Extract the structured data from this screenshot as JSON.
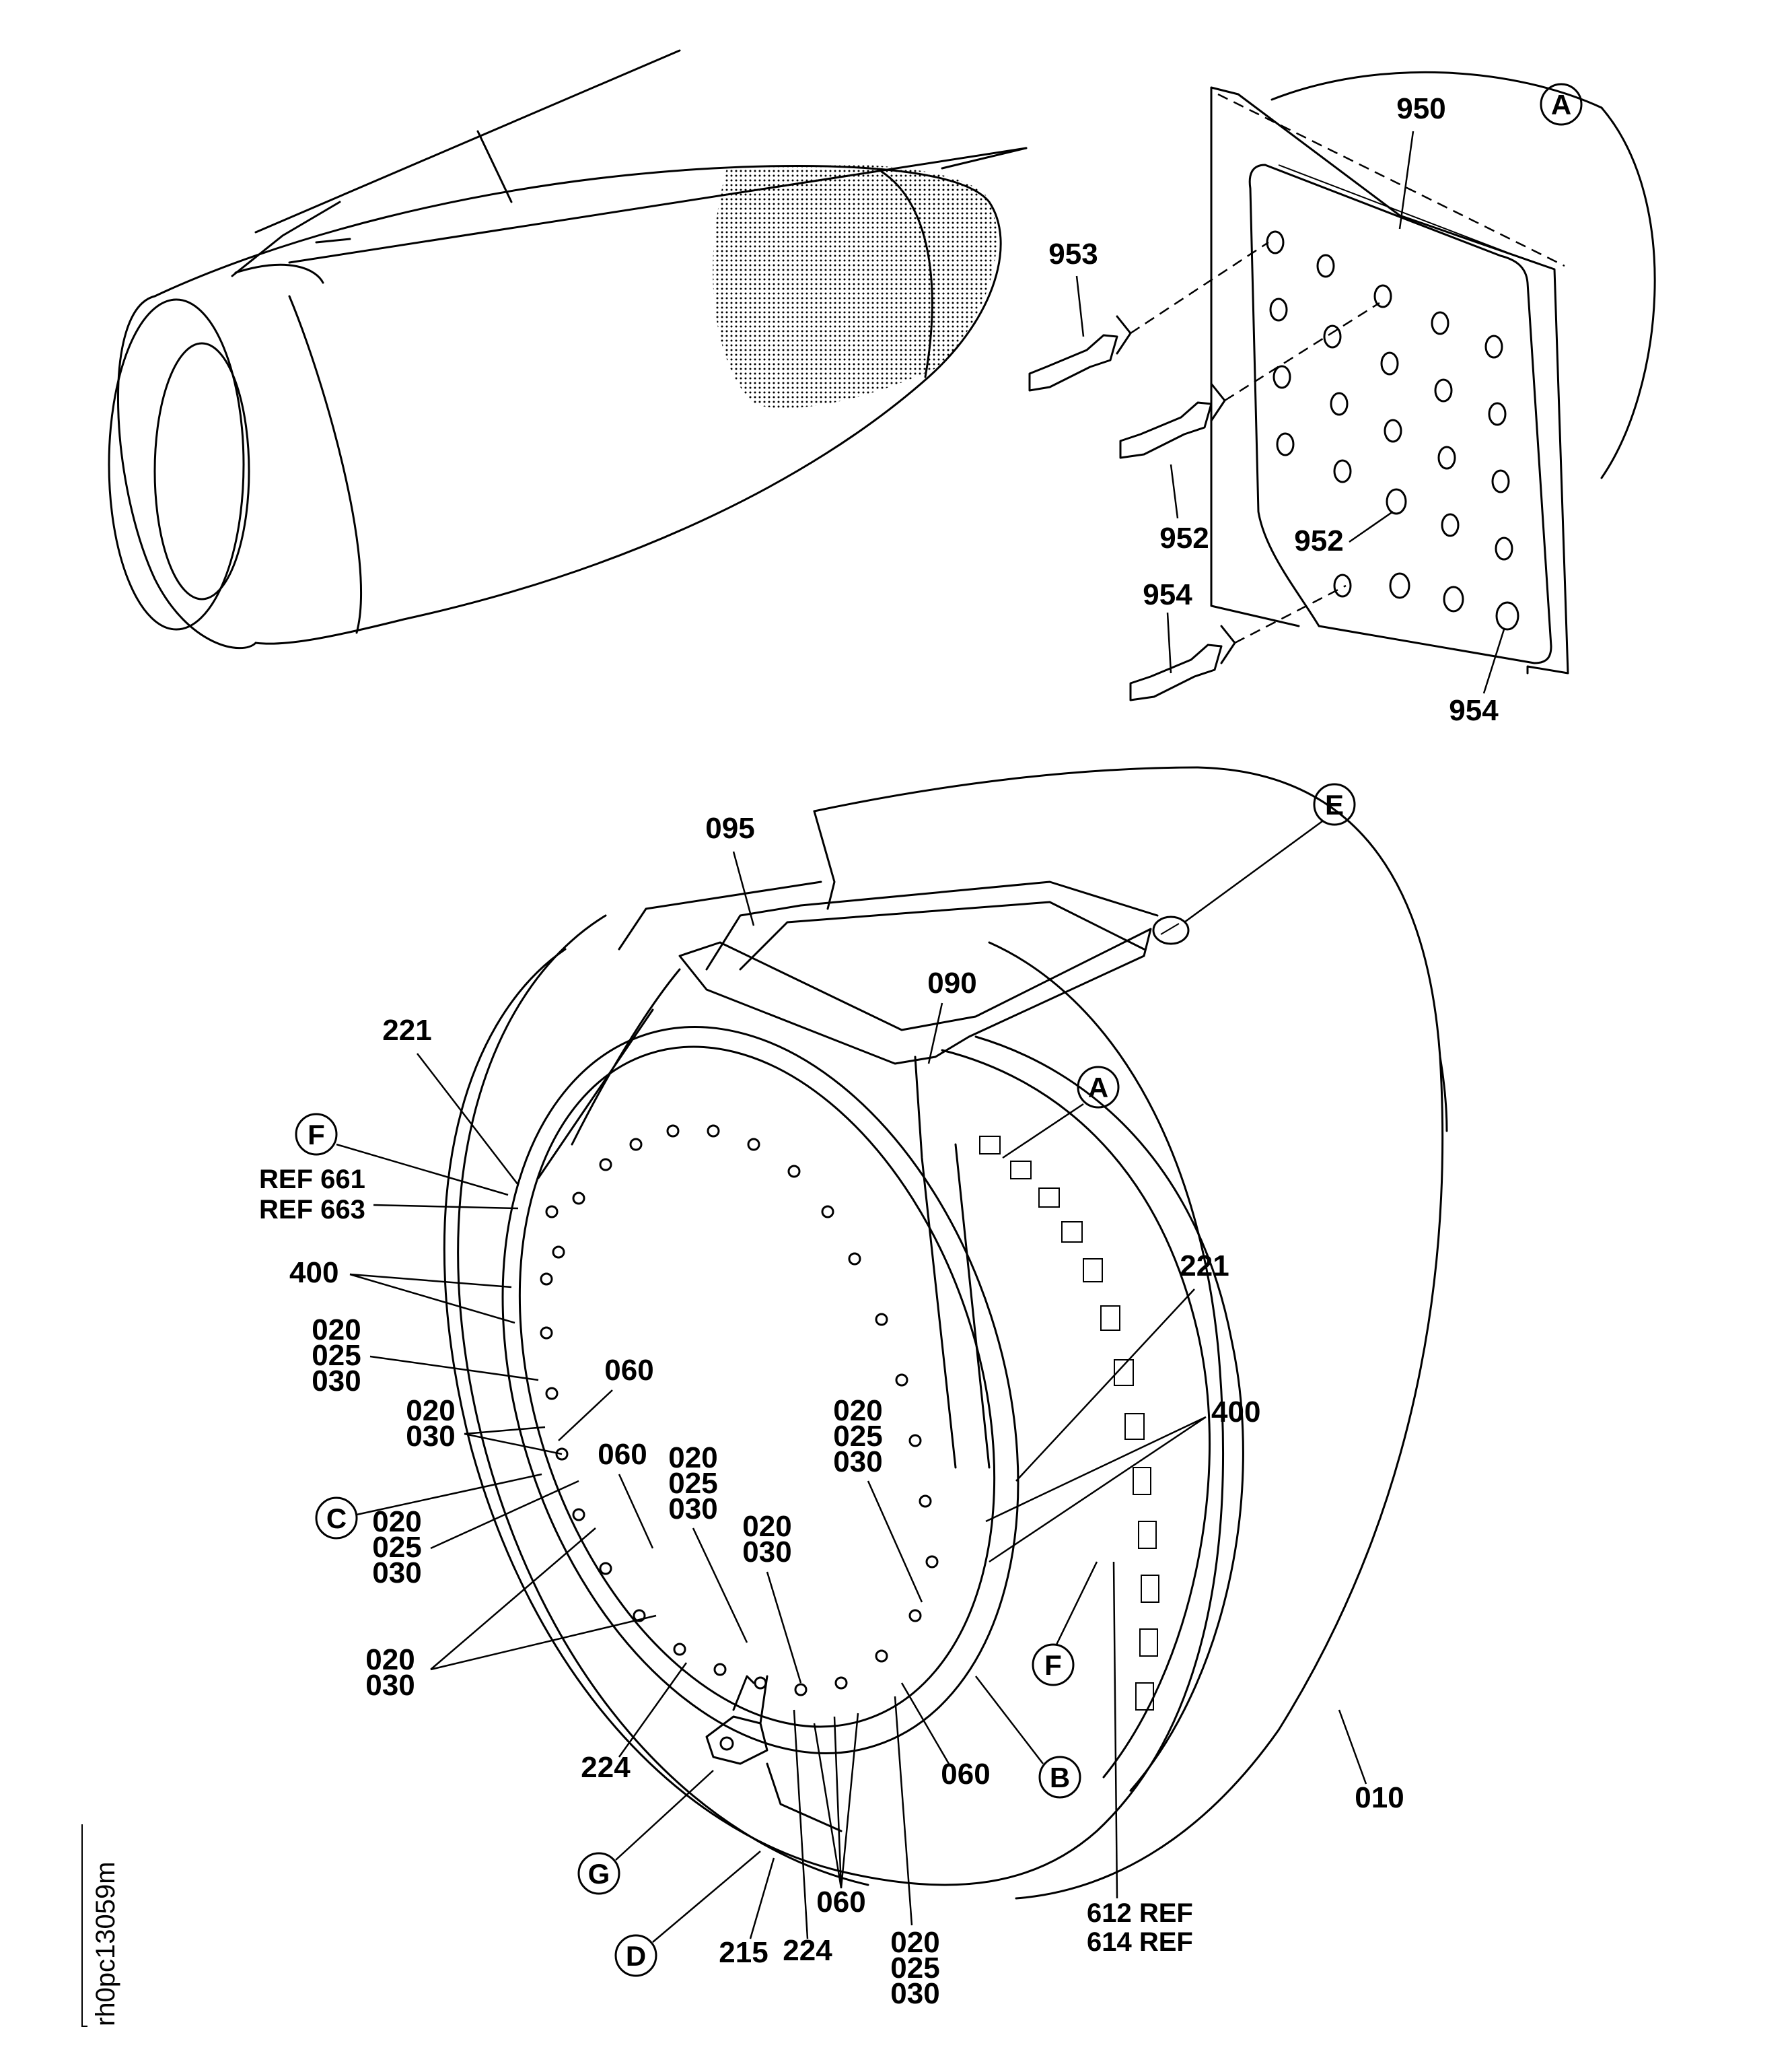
{
  "labels": {
    "p950": "950",
    "p953": "953",
    "p952a": "952",
    "p952b": "952",
    "p954a": "954",
    "p954b": "954",
    "p095": "095",
    "p090": "090",
    "p221a": "221",
    "p221b": "221",
    "ref661": "REF 661",
    "ref663": "REF 663",
    "p400a": "400",
    "p400b": "400",
    "g1_020": "020",
    "g1_025": "025",
    "g1_030": "030",
    "p060a": "060",
    "g2_020": "020",
    "g2_030": "030",
    "p060b": "060",
    "g3_020": "020",
    "g3_025": "025",
    "g3_030": "030",
    "g4_020": "020",
    "g4_030": "030",
    "g5_020": "020",
    "g5_025": "025",
    "g5_030": "030",
    "g6_020": "020",
    "g6_025": "025",
    "g6_030": "030",
    "g7_020": "020",
    "g7_030": "030",
    "p224a": "224",
    "p224b": "224",
    "p215": "215",
    "p060c": "060",
    "p060d": "060",
    "g8_020": "020",
    "g8_025": "025",
    "g8_030": "030",
    "ref612": "612 REF",
    "ref614": "614 REF",
    "p010": "010"
  },
  "callouts": {
    "a_top": "A",
    "a_mid": "A",
    "b": "B",
    "c": "C",
    "d": "D",
    "e": "E",
    "f_top": "F",
    "f_mid": "F",
    "g": "G"
  },
  "figure_id": "rh0pc13059m",
  "icons": [
    "engine-nacelle-illustration",
    "acoustic-panel-detail",
    "fan-case-assembly"
  ]
}
